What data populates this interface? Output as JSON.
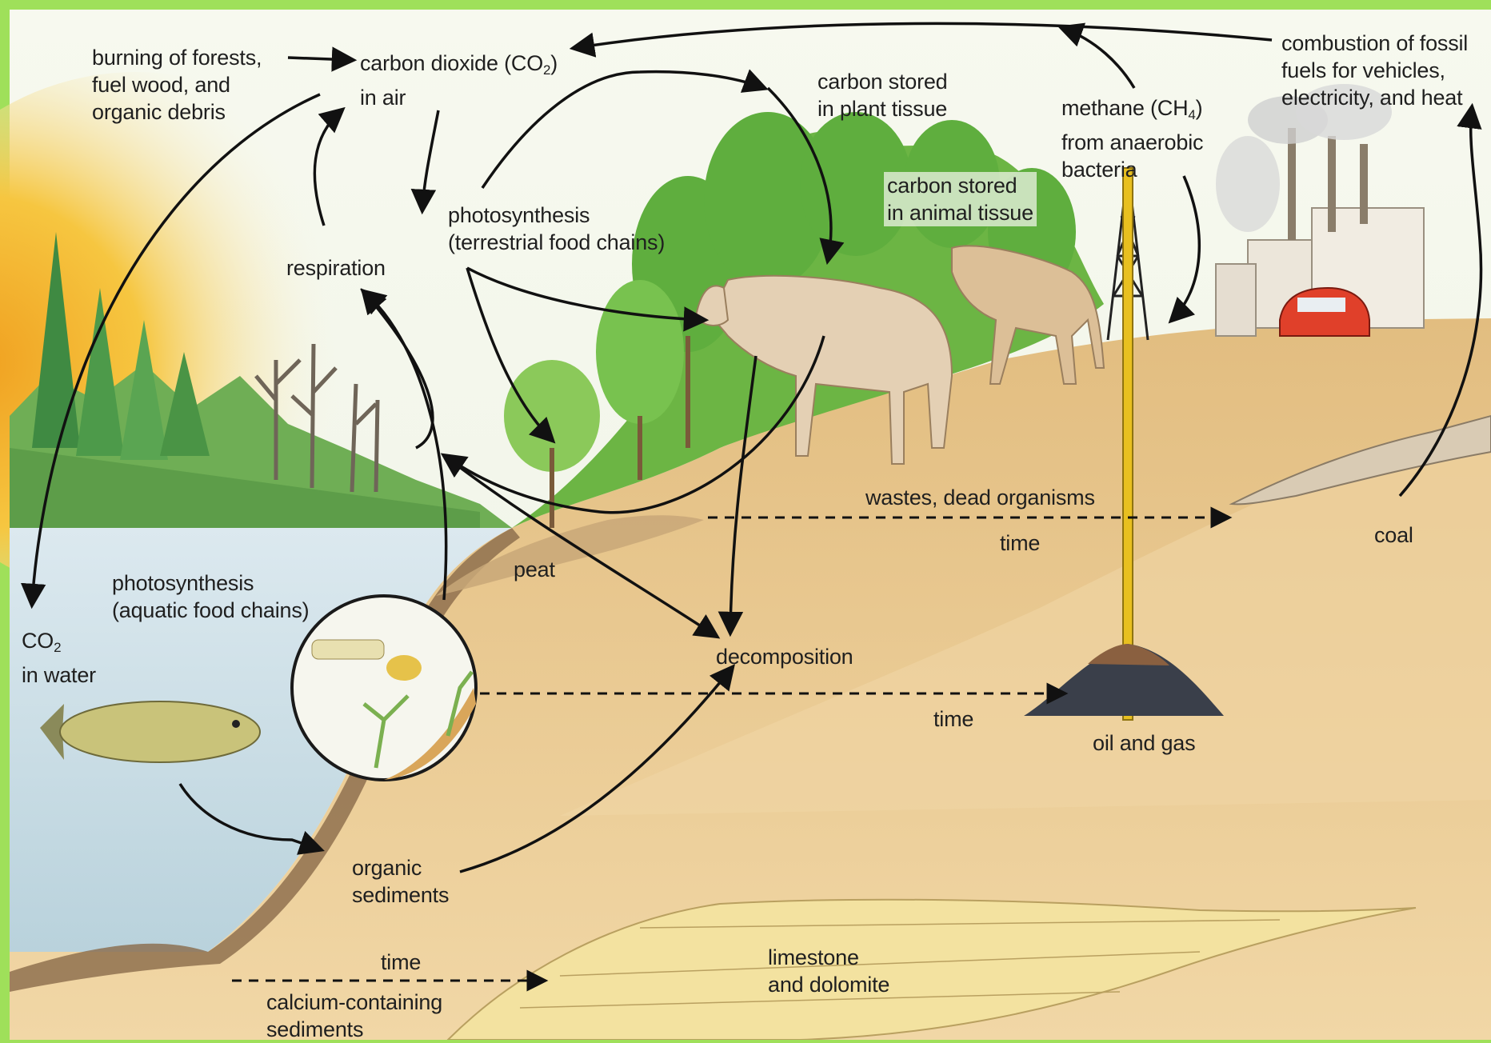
{
  "labels": {
    "burning": [
      "burning of forests,",
      "fuel wood, and",
      "organic debris"
    ],
    "co2_air": {
      "pre": "carbon dioxide (CO",
      "sub": "2",
      "post": ")",
      "line2": "in air"
    },
    "plant": [
      "carbon stored",
      "in plant tissue"
    ],
    "methane": {
      "pre": "methane (CH",
      "sub": "4",
      "post": ")",
      "line2": "from anaerobic",
      "line3": "bacteria"
    },
    "combustion": [
      "combustion of fossil",
      "fuels for vehicles,",
      "electricity, and heat"
    ],
    "animal": [
      "carbon stored",
      "in animal tissue"
    ],
    "photo_terr": [
      "photosynthesis",
      "(terrestrial food chains)"
    ],
    "respiration": "respiration",
    "wastes": "wastes, dead organisms",
    "time_wastes": "time",
    "coal": "coal",
    "peat": "peat",
    "photo_aquatic": [
      "photosynthesis",
      "(aquatic food chains)"
    ],
    "co2_water": {
      "pre": "CO",
      "sub": "2",
      "line2": "in water"
    },
    "decomposition": "decomposition",
    "time_oil": "time",
    "oil": "oil and gas",
    "organic_sed": [
      "organic",
      "sediments"
    ],
    "time_calc": "time",
    "calcium": [
      "calcium-containing",
      "sediments"
    ],
    "limestone": [
      "limestone",
      "and dolomite"
    ]
  },
  "colors": {
    "frame": "#9fe05a",
    "sky": "#f5f8ec",
    "fire": "#f2b530",
    "water": "#c8dde6",
    "soil": "#e9c98f",
    "deep_soil": "#f0d39f",
    "forest": "#6cb544",
    "arrow": "#111111",
    "limestone": "#f4e6a6",
    "oil": "#3a3f4a"
  },
  "icons": [
    "fire",
    "forest",
    "horse",
    "fish",
    "oil-derrick",
    "factory",
    "car",
    "plankton-inset"
  ]
}
